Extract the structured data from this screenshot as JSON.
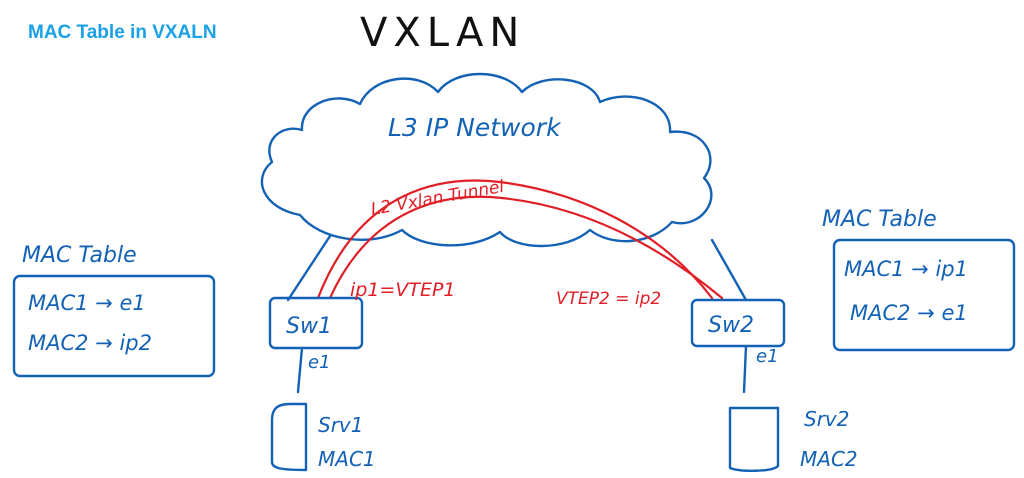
{
  "title": "MAC Table in VXALN",
  "heading": "VXLAN",
  "cloud_label": "L3 IP Network",
  "tunnel_label": "L2 Vxlan Tunnel",
  "left_switch": {
    "name": "Sw1",
    "port": "e1",
    "ip_label": "ip1=VTEP1"
  },
  "right_switch": {
    "name": "Sw2",
    "port": "e1",
    "ip_label": "VTEP2 = ip2"
  },
  "left_table": {
    "title": "MAC Table",
    "rows": [
      "MAC1 → e1",
      "MAC2 → ip2"
    ]
  },
  "right_table": {
    "title": "MAC Table",
    "rows": [
      "MAC1 → ip1",
      "MAC2 → e1"
    ]
  },
  "left_server": {
    "name": "Srv1",
    "mac": "MAC1"
  },
  "right_server": {
    "name": "Srv2",
    "mac": "MAC2"
  },
  "colors": {
    "title": "#1aa0e6",
    "ink": "#1462b6",
    "tunnel": "#e01e26",
    "heading": "#111111"
  }
}
